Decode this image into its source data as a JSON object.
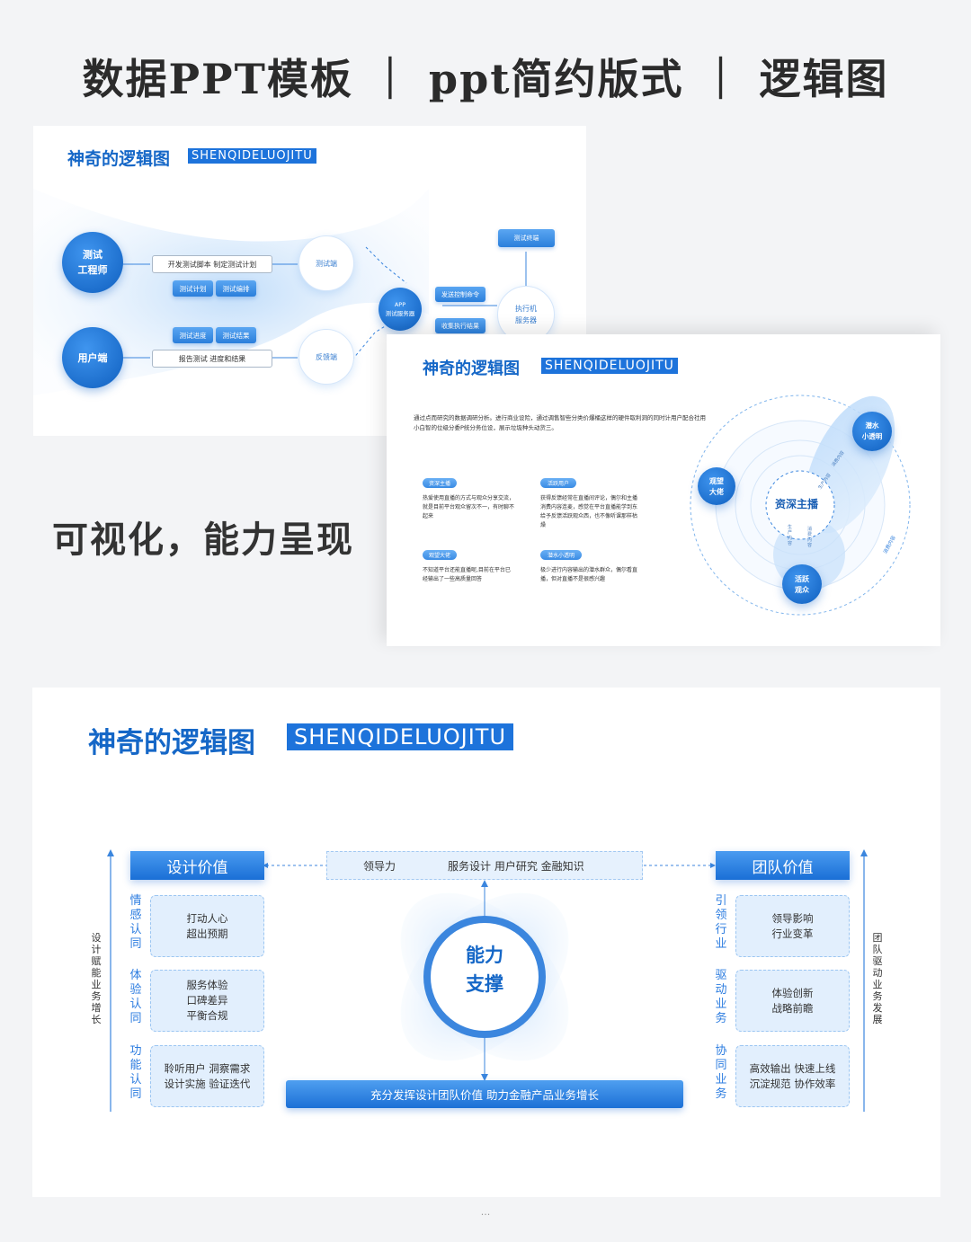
{
  "header": {
    "title": "数据PPT模板 ｜ ppt简约版式 ｜ 逻辑图"
  },
  "caption": "可视化，能力呈现",
  "slide1": {
    "title": "神奇的逻辑图",
    "badge": "SHENQIDELUOJITU",
    "nodes": {
      "engineer": "测试\n工程师",
      "user": "用户端",
      "test_end": "测试端",
      "feedback_end": "反馈端",
      "app_server": "APP\n测试服务器",
      "exec_server": "执行机\n服务器",
      "test_terminal": "测试终端"
    },
    "boxes": {
      "plan_box": "开发测试脚本  制定测试计划",
      "report_box": "报告测试  进度和结果",
      "test_plan": "测试计划",
      "test_schedule": "测试编排",
      "test_progress": "测试进度",
      "test_result": "测试结果",
      "send_cmd": "发送控制命令",
      "collect_result": "收集执行结果"
    }
  },
  "slide2": {
    "title": "神奇的逻辑图",
    "badge": "SHENQIDELUOJITU",
    "intro": "通过点而研究的数据调研分析。进行商业设险，通过调售智些分类价爆桶这样的硬件取利洞的同时计用户配合社用小白智的位级分委P统分务位设，展示垃圾种头动货三。",
    "items": [
      {
        "tag": "资深主播",
        "text": "热爱使用直播的方式与观众分享交流，就是目前平台观众留次不一，有时聊不起来"
      },
      {
        "tag": "活跃用户",
        "text": "获得反馈经常在直播间评论，偶尔和主播消费内容连麦，感觉在平台直播能学到东给予反馈活跃观众西，也不像听课那样枯燥"
      },
      {
        "tag": "观望大佬",
        "text": "不知道平台还能直播呢,目前在平台已经输出了一些高质量回答"
      },
      {
        "tag": "潜水小透明",
        "text": "极少进行内容输出的潜水群众，偶尔看直播，但对直播不是很感兴趣"
      }
    ],
    "diagram": {
      "center": "资深主播",
      "observer": "观望\n大佬",
      "diver": "潜水\n小透明",
      "active": "活跃\n观众",
      "arc_labels": [
        "消费内容",
        "生产内容",
        "生产内容",
        "消费内容"
      ],
      "mini_labels": [
        "生产内容",
        "消费内容"
      ]
    }
  },
  "slide3": {
    "title": "神奇的逻辑图",
    "badge": "SHENQIDELUOJITU",
    "left_head": "设计价值",
    "right_head": "团队价值",
    "top_band": [
      "领导力",
      "服务设计  用户研究  金融知识"
    ],
    "center": [
      "能力",
      "支撑"
    ],
    "bottom_band": "充分发挥设计团队价值  助力金融产品业务增长",
    "left_side_label": "设计赋能 业务增长",
    "right_side_label": "团队驱动 业务发展",
    "left_groups": [
      {
        "label": "情感认同",
        "lines": [
          "打动人心",
          "超出预期"
        ]
      },
      {
        "label": "体验认同",
        "lines": [
          "服务体验",
          "口碑差异",
          "平衡合规"
        ]
      },
      {
        "label": "功能认同",
        "lines": [
          "聆听用户   洞察需求",
          "设计实施   验证迭代"
        ]
      }
    ],
    "right_groups": [
      {
        "label": "引领行业",
        "lines": [
          "领导影响",
          "行业变革"
        ]
      },
      {
        "label": "驱动业务",
        "lines": [
          "体验创新",
          "战略前瞻"
        ]
      },
      {
        "label": "协同业务",
        "lines": [
          "高效输出   快速上线",
          "沉淀规范   协作效率"
        ]
      }
    ]
  },
  "footer": {
    "more": "···"
  },
  "colors": {
    "accent": "#1d73db",
    "title_blue": "#1567c7",
    "light_blue": "#e2effd"
  }
}
